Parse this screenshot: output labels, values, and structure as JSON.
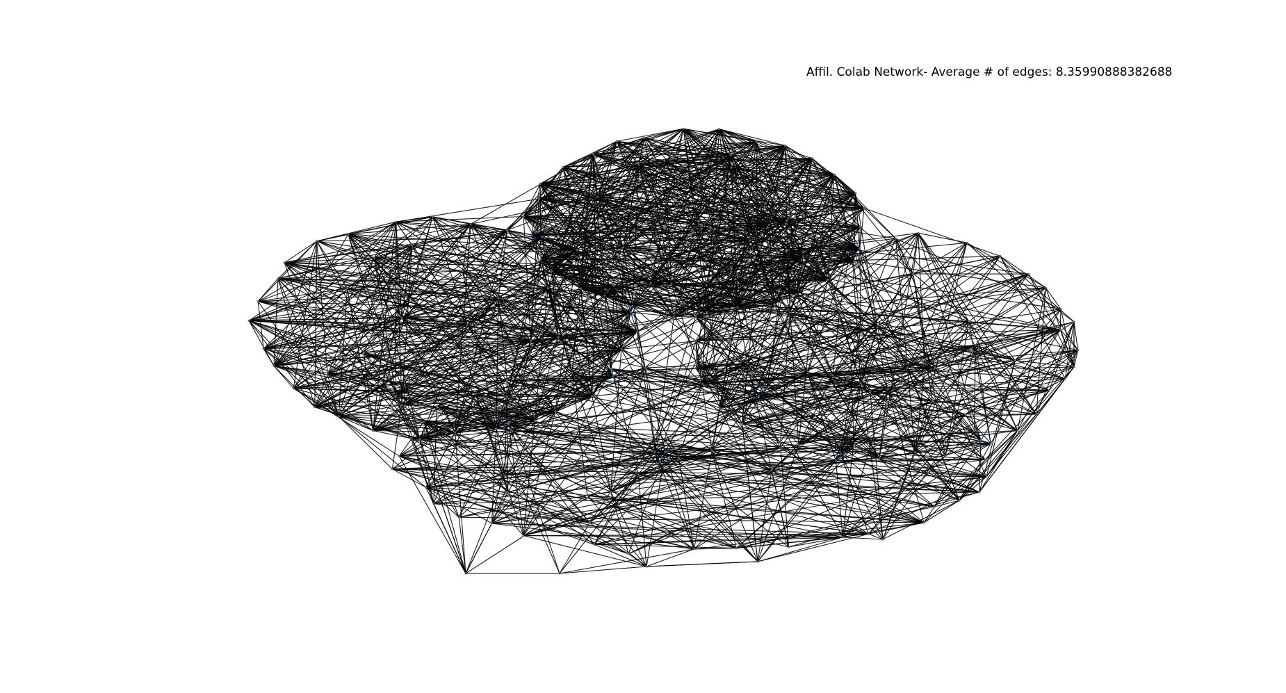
{
  "figure": {
    "title": "Affil. Colab Network- Average # of edges: 8.35990888382688",
    "edge_color": "#000000",
    "node_color": "#1f77b4",
    "background": "#ffffff"
  },
  "graph": {
    "layout": "ring of overlapping dense clusters",
    "clusters": 4
  }
}
